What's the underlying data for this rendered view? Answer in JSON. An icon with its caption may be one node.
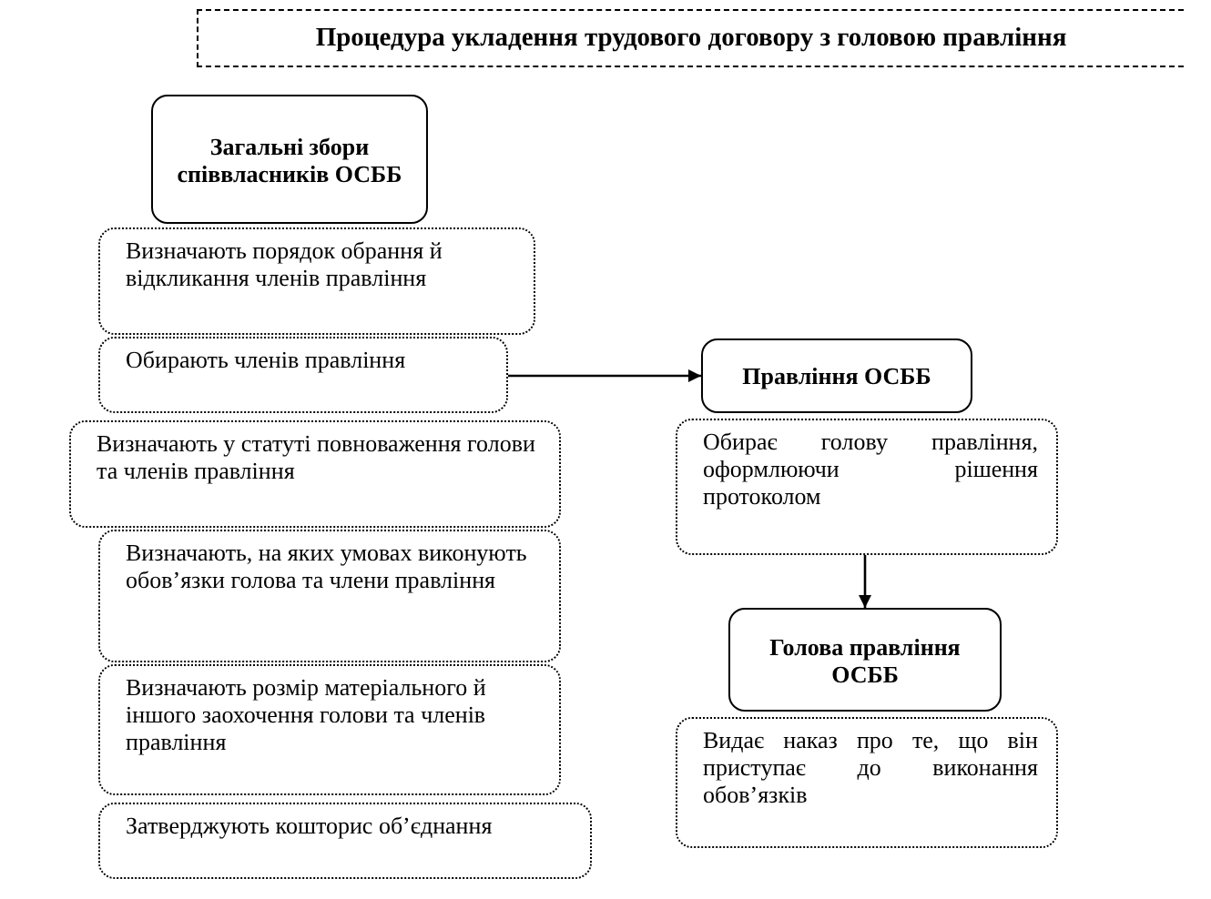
{
  "diagram": {
    "title": "Процедура укладення трудового договору з головою правління",
    "nodes": [
      {
        "text": [
          "Загальні збори співвласників ОСББ"
        ]
      },
      {
        "text": [
          "Визначають порядок обрання й відкликання членів правління"
        ]
      },
      {
        "text": [
          "Обирають членів правління"
        ]
      },
      {
        "text": [
          "Визначають у статуті повноваження голови та членів правління"
        ]
      },
      {
        "text": [
          "Визначають, на яких умовах виконують обов’язки голова та члени правління"
        ]
      },
      {
        "text": [
          "Визначають розмір матеріального й іншого заохочення голови та членів правління"
        ]
      },
      {
        "text": [
          "Затверджують кошторис об’єднання"
        ]
      },
      {
        "text": [
          "Правління ОСББ"
        ]
      },
      {
        "text": [
          "Обирає голову правління, оформлюючи рішення протоколом"
        ]
      },
      {
        "text": [
          "Голова правління ОСББ"
        ]
      },
      {
        "text": [
          "Видає наказ про те, що він приступає до виконання обов’язків"
        ]
      }
    ],
    "edges": [
      {
        "from": 2,
        "to": 7,
        "arrow": "to"
      },
      {
        "from": 8,
        "to": 9,
        "arrow": "to"
      }
    ]
  }
}
